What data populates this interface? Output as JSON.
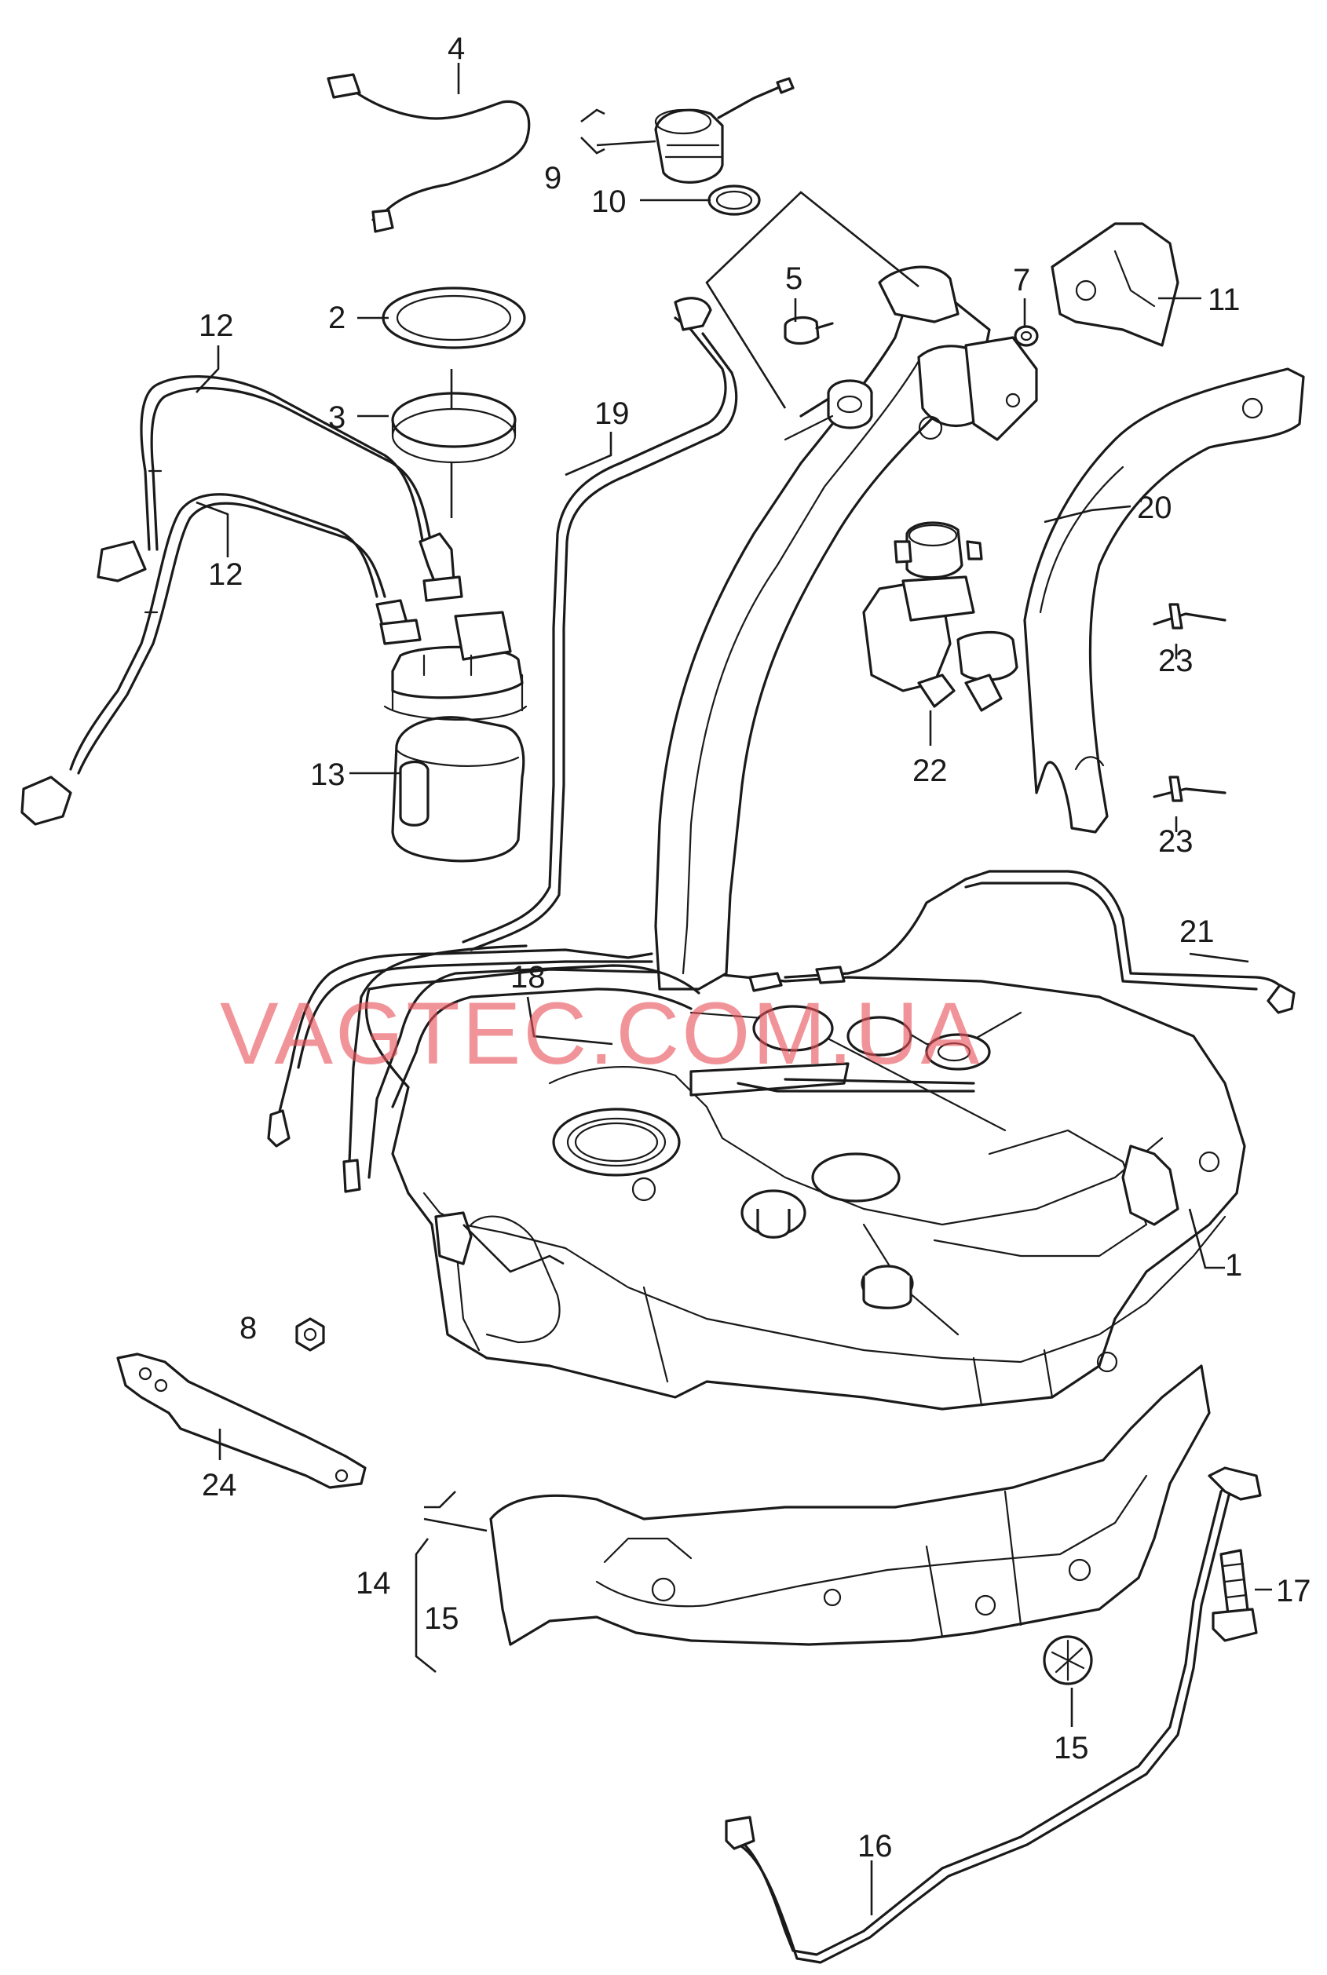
{
  "watermark": "VAGTEC.COM.UA",
  "watermark_color": "#e8525a",
  "line_color": "#1a1a1a",
  "callouts": {
    "c1": "1",
    "c2": "2",
    "c3": "3",
    "c4": "4",
    "c5": "5",
    "c7": "7",
    "c8": "8",
    "c9": "9",
    "c10": "10",
    "c11": "11",
    "c12a": "12",
    "c12b": "12",
    "c13": "13",
    "c14": "14",
    "c15a": "15",
    "c15b": "15",
    "c16": "16",
    "c17": "17",
    "c18": "18",
    "c19": "19",
    "c20": "20",
    "c21": "21",
    "c22": "22",
    "c23a": "23",
    "c23b": "23",
    "c24": "24"
  }
}
